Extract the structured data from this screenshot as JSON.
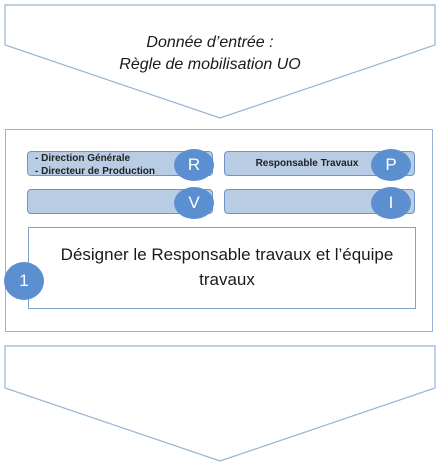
{
  "input": {
    "line1": "Donnée d’entrée :",
    "line2": "Règle de mobilisation UO"
  },
  "roles": {
    "r": {
      "items": [
        "- Direction Générale",
        "- Directeur de Production"
      ],
      "badge": "R"
    },
    "p": {
      "label": "Responsable Travaux",
      "badge": "P"
    },
    "v": {
      "badge": "V"
    },
    "i": {
      "badge": "I"
    }
  },
  "task": {
    "number": "1",
    "line1": "Désigner le Responsable travaux et l’équipe",
    "line2": "travaux"
  },
  "colors": {
    "chevron_stroke": "#95b3d7",
    "role_fill": "#b8cce4",
    "badge_fill": "#5b8fd0"
  }
}
